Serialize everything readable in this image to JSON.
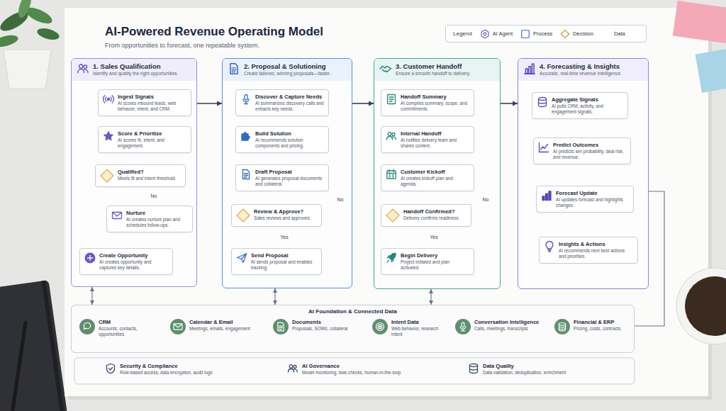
{
  "diagram": {
    "title": "AI-Powered Revenue Operating Model",
    "nodes": [
      {
        "text": [
          "1. Sales Qualification",
          "Identify and qualify the right opportunities."
        ]
      },
      {
        "text": [
          "Ingest Signals",
          "AI scores inbound leads, web behavior, intent, and CRM."
        ],
        "in": 0
      },
      {
        "text": [
          "Score & Prioritize",
          "AI scores fit, intent, and engagement."
        ],
        "in": 0
      },
      {
        "text": [
          "Qualified?",
          "Meets fit and intent threshold."
        ],
        "in": 0
      },
      {
        "text": [
          "Nurture",
          "AI creates nurture plan and schedules follow-ups."
        ],
        "in": 0
      },
      {
        "text": [
          "Create Opportunity",
          "AI creates opportunity and captures key details."
        ],
        "in": 0
      },
      {
        "text": [
          "2. Proposal & Solutioning",
          "Create tailored, winning proposals—faster."
        ]
      },
      {
        "text": [
          "Discover & Capture Needs",
          "AI summarizes discovery calls and extracts key needs."
        ],
        "in": 6
      },
      {
        "text": [
          "Build Solution",
          "AI recommends solution components and pricing."
        ],
        "in": 6
      },
      {
        "text": [
          "Draft Proposal",
          "AI generates proposal documents and collateral."
        ],
        "in": 6
      },
      {
        "text": [
          "Review & Approve?",
          "Sales reviews and approves."
        ],
        "in": 6
      },
      {
        "text": [
          "Send Proposal",
          "AI sends proposal and enables tracking."
        ],
        "in": 6
      },
      {
        "text": [
          "3. Customer Handoff",
          "Ensure a smooth handoff to delivery."
        ]
      },
      {
        "text": [
          "Handoff Summary",
          "AI compiles summary, scope, and commitments."
        ],
        "in": 12
      },
      {
        "text": [
          "Internal Handoff",
          "AI notifies delivery team and shares context."
        ],
        "in": 12
      },
      {
        "text": [
          "Customer Kickoff",
          "AI creates kickoff plan and agenda."
        ],
        "in": 12
      },
      {
        "text": [
          "Handoff Confirmed?",
          "Delivery confirms readiness."
        ],
        "in": 12
      },
      {
        "text": [
          "Begin Delivery",
          "Project initiated and plan activated."
        ],
        "in": 12
      },
      {
        "text": [
          "4. Forecasting & Insights",
          "Accurate, real-time revenue intelligence."
        ]
      },
      {
        "text": [
          "Aggregate Signals",
          "AI pulls CRM, activity, and engagement signals."
        ],
        "in": 18
      },
      {
        "text": [
          "Predict Outcomes",
          "AI predicts win probability, deal risk, and revenue."
        ],
        "in": 18
      },
      {
        "text": [
          "Forecast Update",
          "AI updates forecast and highlights changes."
        ],
        "in": 18
      },
      {
        "text": [
          "Insights & Actions",
          "AI recommends next best actions and priorities."
        ],
        "in": 18
      },
      {
        "text": [
          "AI Foundation & Connected Data"
        ]
      },
      {
        "text": [
          "CRM",
          "Accounts, contacts, opportunities"
        ],
        "in": 23
      },
      {
        "text": [
          "Calendar & Email",
          "Meetings, emails, engagement"
        ],
        "in": 23
      },
      {
        "text": [
          "Documents",
          "Proposals, SOWs, collateral"
        ],
        "in": 23
      },
      {
        "text": [
          "Intent Data",
          "Web behavior, research intent"
        ],
        "in": 23
      },
      {
        "text": [
          "Conversation Intelligence",
          "Calls, meetings, transcripts"
        ],
        "in": 23
      },
      {
        "text": [
          "Financial & ERP",
          "Pricing, costs, contracts."
        ],
        "in": 23
      },
      {
        "text": [
          "Security & Compliance",
          "Role-based access, data encryption, audit logs"
        ]
      },
      {
        "text": [
          "AI Governance",
          "Model monitoring, bias checks, human-in-the-loop"
        ]
      },
      {
        "text": [
          "Data Quality",
          "Data validation, deduplication, enrichment"
        ]
      }
    ],
    "edges": [
      {
        "from": 1,
        "to": 2,
        "arrow": "to"
      },
      {
        "from": 2,
        "to": 3,
        "arrow": "to"
      },
      {
        "from": 3,
        "to": 4,
        "label": "No",
        "arrow": "to"
      },
      {
        "from": 3,
        "to": 5,
        "arrow": "to"
      },
      {
        "from": 0,
        "to": 6,
        "arrow": "to"
      },
      {
        "from": 7,
        "to": 8,
        "arrow": "to"
      },
      {
        "from": 8,
        "to": 9,
        "arrow": "to"
      },
      {
        "from": 9,
        "to": 10,
        "arrow": "to"
      },
      {
        "from": 10,
        "to": 11,
        "label": "Yes",
        "arrow": "to"
      },
      {
        "from": 10,
        "to": 7,
        "label": "No",
        "arrow": "to"
      },
      {
        "from": 6,
        "to": 12,
        "arrow": "to"
      },
      {
        "from": 13,
        "to": 14,
        "arrow": "to"
      },
      {
        "from": 14,
        "to": 15,
        "arrow": "to"
      },
      {
        "from": 15,
        "to": 16,
        "arrow": "to"
      },
      {
        "from": 16,
        "to": 17,
        "label": "Yes",
        "arrow": "to"
      },
      {
        "from": 16,
        "to": 13,
        "label": "No",
        "arrow": "to"
      },
      {
        "from": 12,
        "to": 18,
        "arrow": "to"
      },
      {
        "from": 19,
        "to": 20,
        "arrow": "to"
      },
      {
        "from": 20,
        "to": 21,
        "arrow": "to"
      },
      {
        "from": 21,
        "to": 22,
        "arrow": "to"
      },
      {
        "from": 0,
        "to": 23,
        "arrow": "both"
      },
      {
        "from": 6,
        "to": 23,
        "arrow": "both"
      },
      {
        "from": 12,
        "to": 23,
        "arrow": "both"
      },
      {
        "from": 18,
        "to": 23,
        "arrow": "none"
      }
    ],
    "labels": [
      "From opportunities to forecast, one repeatable system.",
      "Legend"
    ],
    "legend": [
      {
        "text": "AI Agent"
      },
      {
        "text": "Process"
      },
      {
        "text": "Decision"
      },
      {
        "text": "Data"
      }
    ]
  }
}
